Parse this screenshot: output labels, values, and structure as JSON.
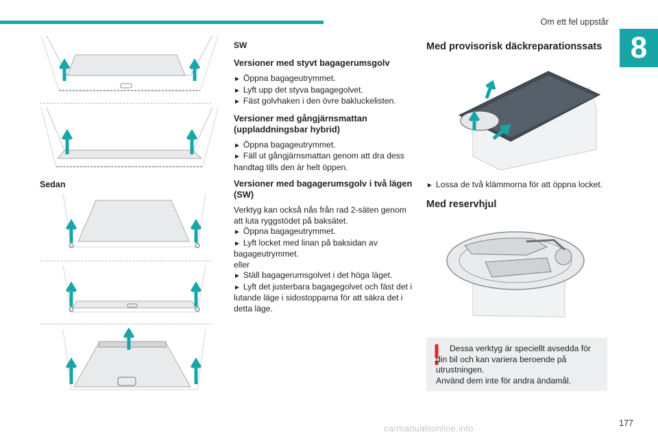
{
  "header": {
    "title": "Om ett fel uppstår",
    "chapter": "8",
    "page_number": "177"
  },
  "watermark": "carmanualsonline.info",
  "left": {
    "sedan_label": "Sedan",
    "figures": [
      "trunk-raised-floor-sw",
      "trunk-lowered-floor-sw",
      "trunk-sedan-top",
      "trunk-sedan-middle",
      "trunk-sedan-bottom"
    ]
  },
  "middle": {
    "sw_label": "SW",
    "sections": [
      {
        "heading": "Versioner med styvt bagagerumsgolv",
        "steps": [
          "Öppna bagageutrymmet.",
          "Lyft upp det styva bagagegolvet.",
          "Fäst golvhaken i den övre bakluckelisten."
        ]
      },
      {
        "heading": "Versioner med gångjärnsmattan (uppladdningsbar hybrid)",
        "steps": [
          "Öppna bagageutrymmet.",
          "Fäll ut gångjärnsmattan genom att dra dess handtag tills den är helt öppen."
        ]
      }
    ],
    "twolevel": {
      "heading": "Versioner med bagagerumsgolv i två lägen (SW)",
      "intro": "Verktyg kan också nås från rad 2-säten genom att luta ryggstödet på baksätet.",
      "steps_a": [
        "Öppna bagageutrymmet.",
        "Lyft locket med linan på baksidan av bagageutrymmet."
      ],
      "or": "eller",
      "steps_b": [
        "Ställ bagagerumsgolvet i det höga läget.",
        "Lyft det justerbara bagagegolvet och fäst det i lutande läge i sidostopparna för att säkra det i detta läge."
      ]
    }
  },
  "right": {
    "repair_heading": "Med provisorisk däckreparationssats",
    "repair_step": "Lossa de två klämmorna för att öppna locket.",
    "spare_heading": "Med reservhjul",
    "warning": {
      "line1": "Dessa verktyg är speciellt avsedda för din bil och kan variera beroende på utrustningen.",
      "line2": "Använd dem inte för andra ändamål."
    }
  },
  "colors": {
    "accent": "#17a6a6",
    "arrow": "#17a6a6",
    "warning": "#e3262d",
    "box": "#edeeef"
  }
}
